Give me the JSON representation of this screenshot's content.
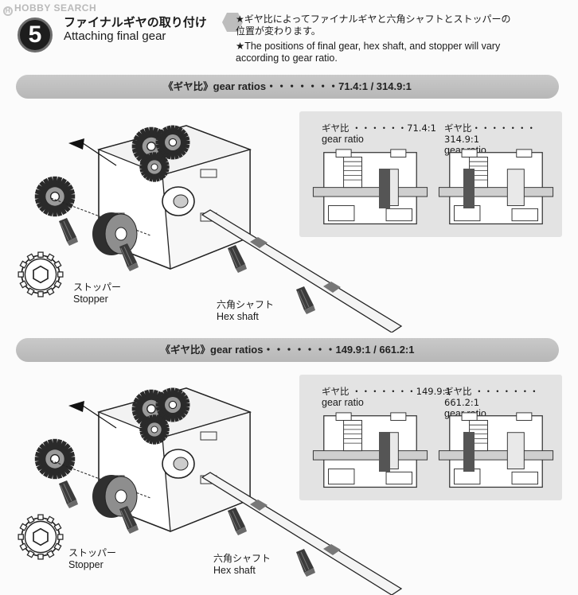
{
  "watermark": {
    "text": "HOBBY SEARCH",
    "mark": "H"
  },
  "step": {
    "number": "5",
    "title_ja": "ファイナルギヤの取り付け",
    "title_en": "Attaching final gear"
  },
  "notes": {
    "ja_line1": "★ギヤ比によってファイナルギヤと六角シャフトとストッパーの",
    "ja_line2": "位置が変わります。",
    "en_line1": "★The positions of final gear, hex shaft, and stopper will vary",
    "en_line2": "according to gear ratio."
  },
  "sections": [
    {
      "bar_ja": "《ギヤ比》",
      "bar_en": "gear ratios・・・・・・・71.4:1 / 314.9:1",
      "callouts": {
        "stopper_ja": "ストッパー",
        "stopper_en": "Stopper",
        "shaft_ja": "六角シャフト",
        "shaft_en": "Hex shaft"
      },
      "ratios": [
        {
          "ja": "ギヤ比 ・・・・・・71.4:1",
          "en": "gear ratio"
        },
        {
          "ja": "ギヤ比・・・・・・・314.9:1",
          "en": "gear ratio"
        }
      ]
    },
    {
      "bar_ja": "《ギヤ比》",
      "bar_en": "gear ratios・・・・・・・149.9:1 / 661.2:1",
      "callouts": {
        "stopper_ja": "ストッパー",
        "stopper_en": "Stopper",
        "shaft_ja": "六角シャフト",
        "shaft_en": "Hex shaft"
      },
      "ratios": [
        {
          "ja": "ギヤ比 ・・・・・・・149.9:1",
          "en": "gear ratio"
        },
        {
          "ja": "ギヤ比 ・・・・・・・661.2:1",
          "en": "gear ratio"
        }
      ]
    }
  ]
}
